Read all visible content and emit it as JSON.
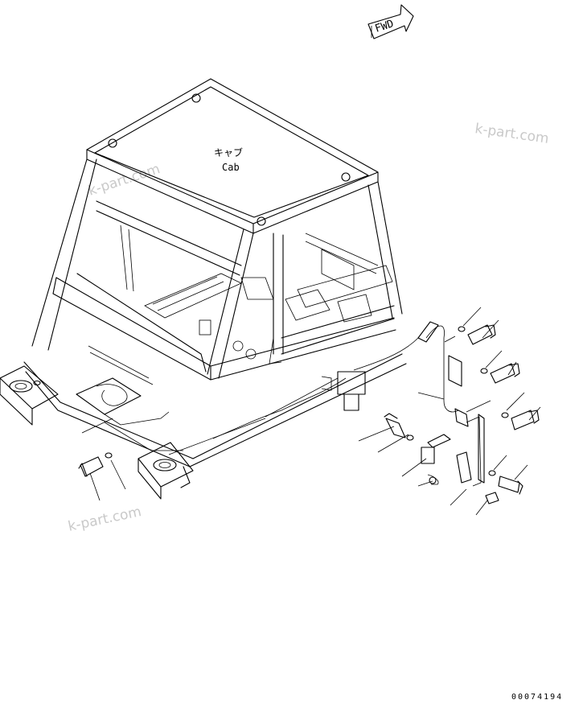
{
  "direction_marker": {
    "label": "FWD"
  },
  "cab_label": {
    "japanese": "キャブ",
    "english": "Cab"
  },
  "watermarks": [
    "k-part.com",
    "k-part.com",
    "k-part.com"
  ],
  "drawing_code": "00074194"
}
